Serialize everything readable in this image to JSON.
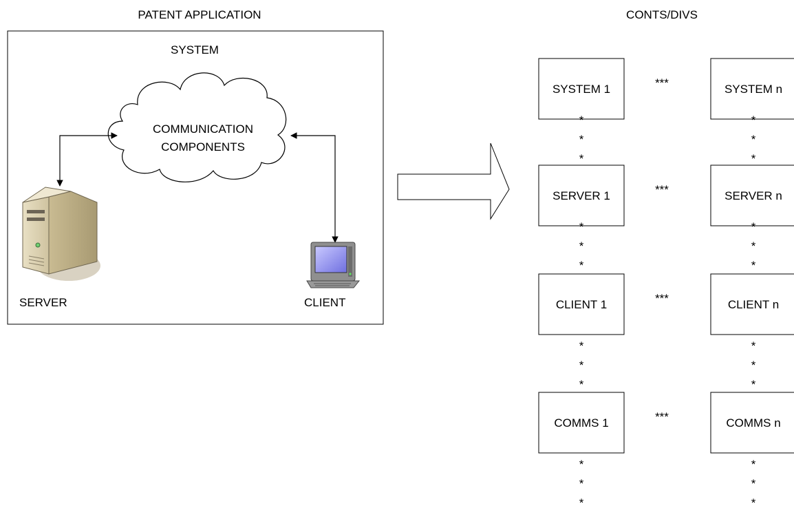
{
  "left_panel": {
    "heading": "PATENT APPLICATION",
    "frame_title": "SYSTEM",
    "cloud_lines": [
      "COMMUNICATION",
      "COMPONENTS"
    ],
    "server_label": "SERVER",
    "client_label": "CLIENT",
    "icons": [
      "cloud-icon",
      "server-tower-icon",
      "desktop-computer-icon"
    ]
  },
  "right_panel": {
    "heading": "CONTS/DIVS",
    "ellipsis_between_columns": "***",
    "vertical_dot": "*",
    "rows": [
      {
        "left": "SYSTEM 1",
        "right": "SYSTEM n"
      },
      {
        "left": "SERVER 1",
        "right": "SERVER n"
      },
      {
        "left": "CLIENT 1",
        "right": "CLIENT n"
      },
      {
        "left": "COMMS 1",
        "right": "COMMS n"
      }
    ]
  },
  "connector": {
    "icon": "block-arrow-right-icon"
  }
}
